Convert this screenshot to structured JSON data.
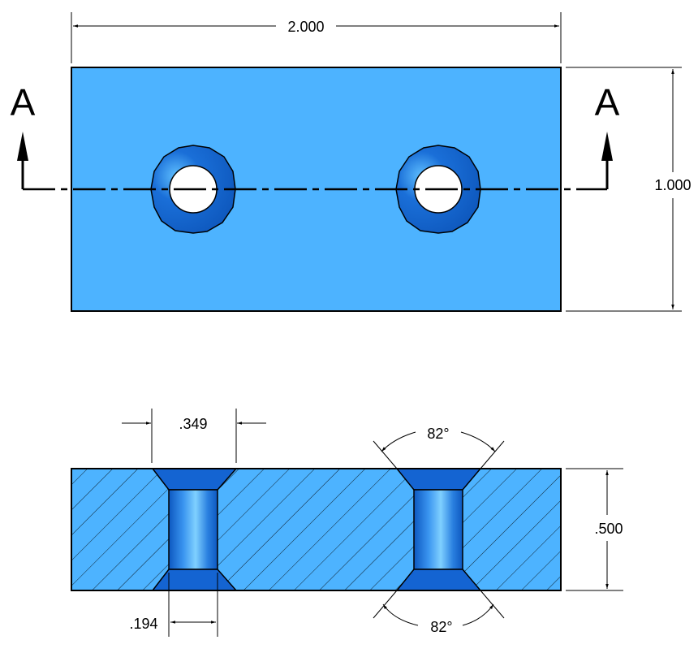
{
  "colors": {
    "part": "#4db3ff",
    "hole": "#1464d2",
    "hole_dark": "#0a4fb0",
    "bore_light": "#6cc8ff",
    "line": "#000000"
  },
  "top_view": {
    "section_label_left": "A",
    "section_label_right": "A",
    "width_dim": "2.000",
    "height_dim": "1.000"
  },
  "section_view": {
    "countersink_dia": ".349",
    "hole_dia": ".194",
    "thickness": ".500",
    "angle_top": "82°",
    "angle_bottom": "82°"
  }
}
